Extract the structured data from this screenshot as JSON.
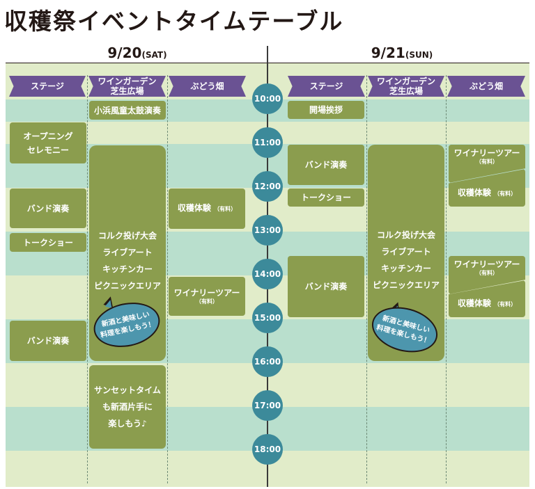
{
  "title": "収穫祭イベントタイムテーブル",
  "days": [
    {
      "date": "9/20",
      "weekday": "(SAT)"
    },
    {
      "date": "9/21",
      "weekday": "(SUN)"
    }
  ],
  "columns": {
    "stage": "ステージ",
    "wine_garden_1": "ワインガーデン",
    "wine_garden_2": "芝生広場",
    "vineyard": "ぶどう畑"
  },
  "times": [
    "10:00",
    "11:00",
    "12:00",
    "13:00",
    "14:00",
    "15:00",
    "16:00",
    "17:00",
    "18:00"
  ],
  "sat": {
    "taiko": "小浜風童太鼓演奏",
    "opening_1": "オープニング",
    "opening_2": "セレモニー",
    "band1": "バンド演奏",
    "talk": "トークショー",
    "band2": "バンド演奏",
    "wg_1": "コルク投げ大会",
    "wg_2": "ライブアート",
    "wg_3": "キッチンカー",
    "wg_4": "ピクニックエリア",
    "bubble_1": "新酒と美味しい",
    "bubble_2": "料理を楽しもう！",
    "sunset_1": "サンセットタイム",
    "sunset_2": "も新酒片手に",
    "sunset_3": "楽しもう♪",
    "harvest": "収穫体験",
    "harvest_note": "（有料）",
    "winery": "ワイナリーツアー",
    "winery_note": "（有料）"
  },
  "sun": {
    "greeting": "開場挨拶",
    "band1": "バンド演奏",
    "talk": "トークショー",
    "band2": "バンド演奏",
    "wg_1": "コルク投げ大会",
    "wg_2": "ライブアート",
    "wg_3": "キッチンカー",
    "wg_4": "ピクニックエリア",
    "bubble_1": "新酒と美味しい",
    "bubble_2": "料理を楽しもう！",
    "winery1": "ワイナリーツアー",
    "winery1_note": "（有料）",
    "harvest1": "収穫体験",
    "harvest1_note": "（有料）",
    "winery2": "ワイナリーツアー",
    "winery2_note": "（有料）",
    "harvest2": "収穫体験",
    "harvest2_note": "（有料）"
  },
  "colors": {
    "header_purple": "#6a5293",
    "event_green": "#8b9d4e",
    "time_teal": "#3c8a9a",
    "band_light": "#e1ecc9",
    "band_teal": "#b9dfcd",
    "bubble_blue": "#4d96ad"
  }
}
